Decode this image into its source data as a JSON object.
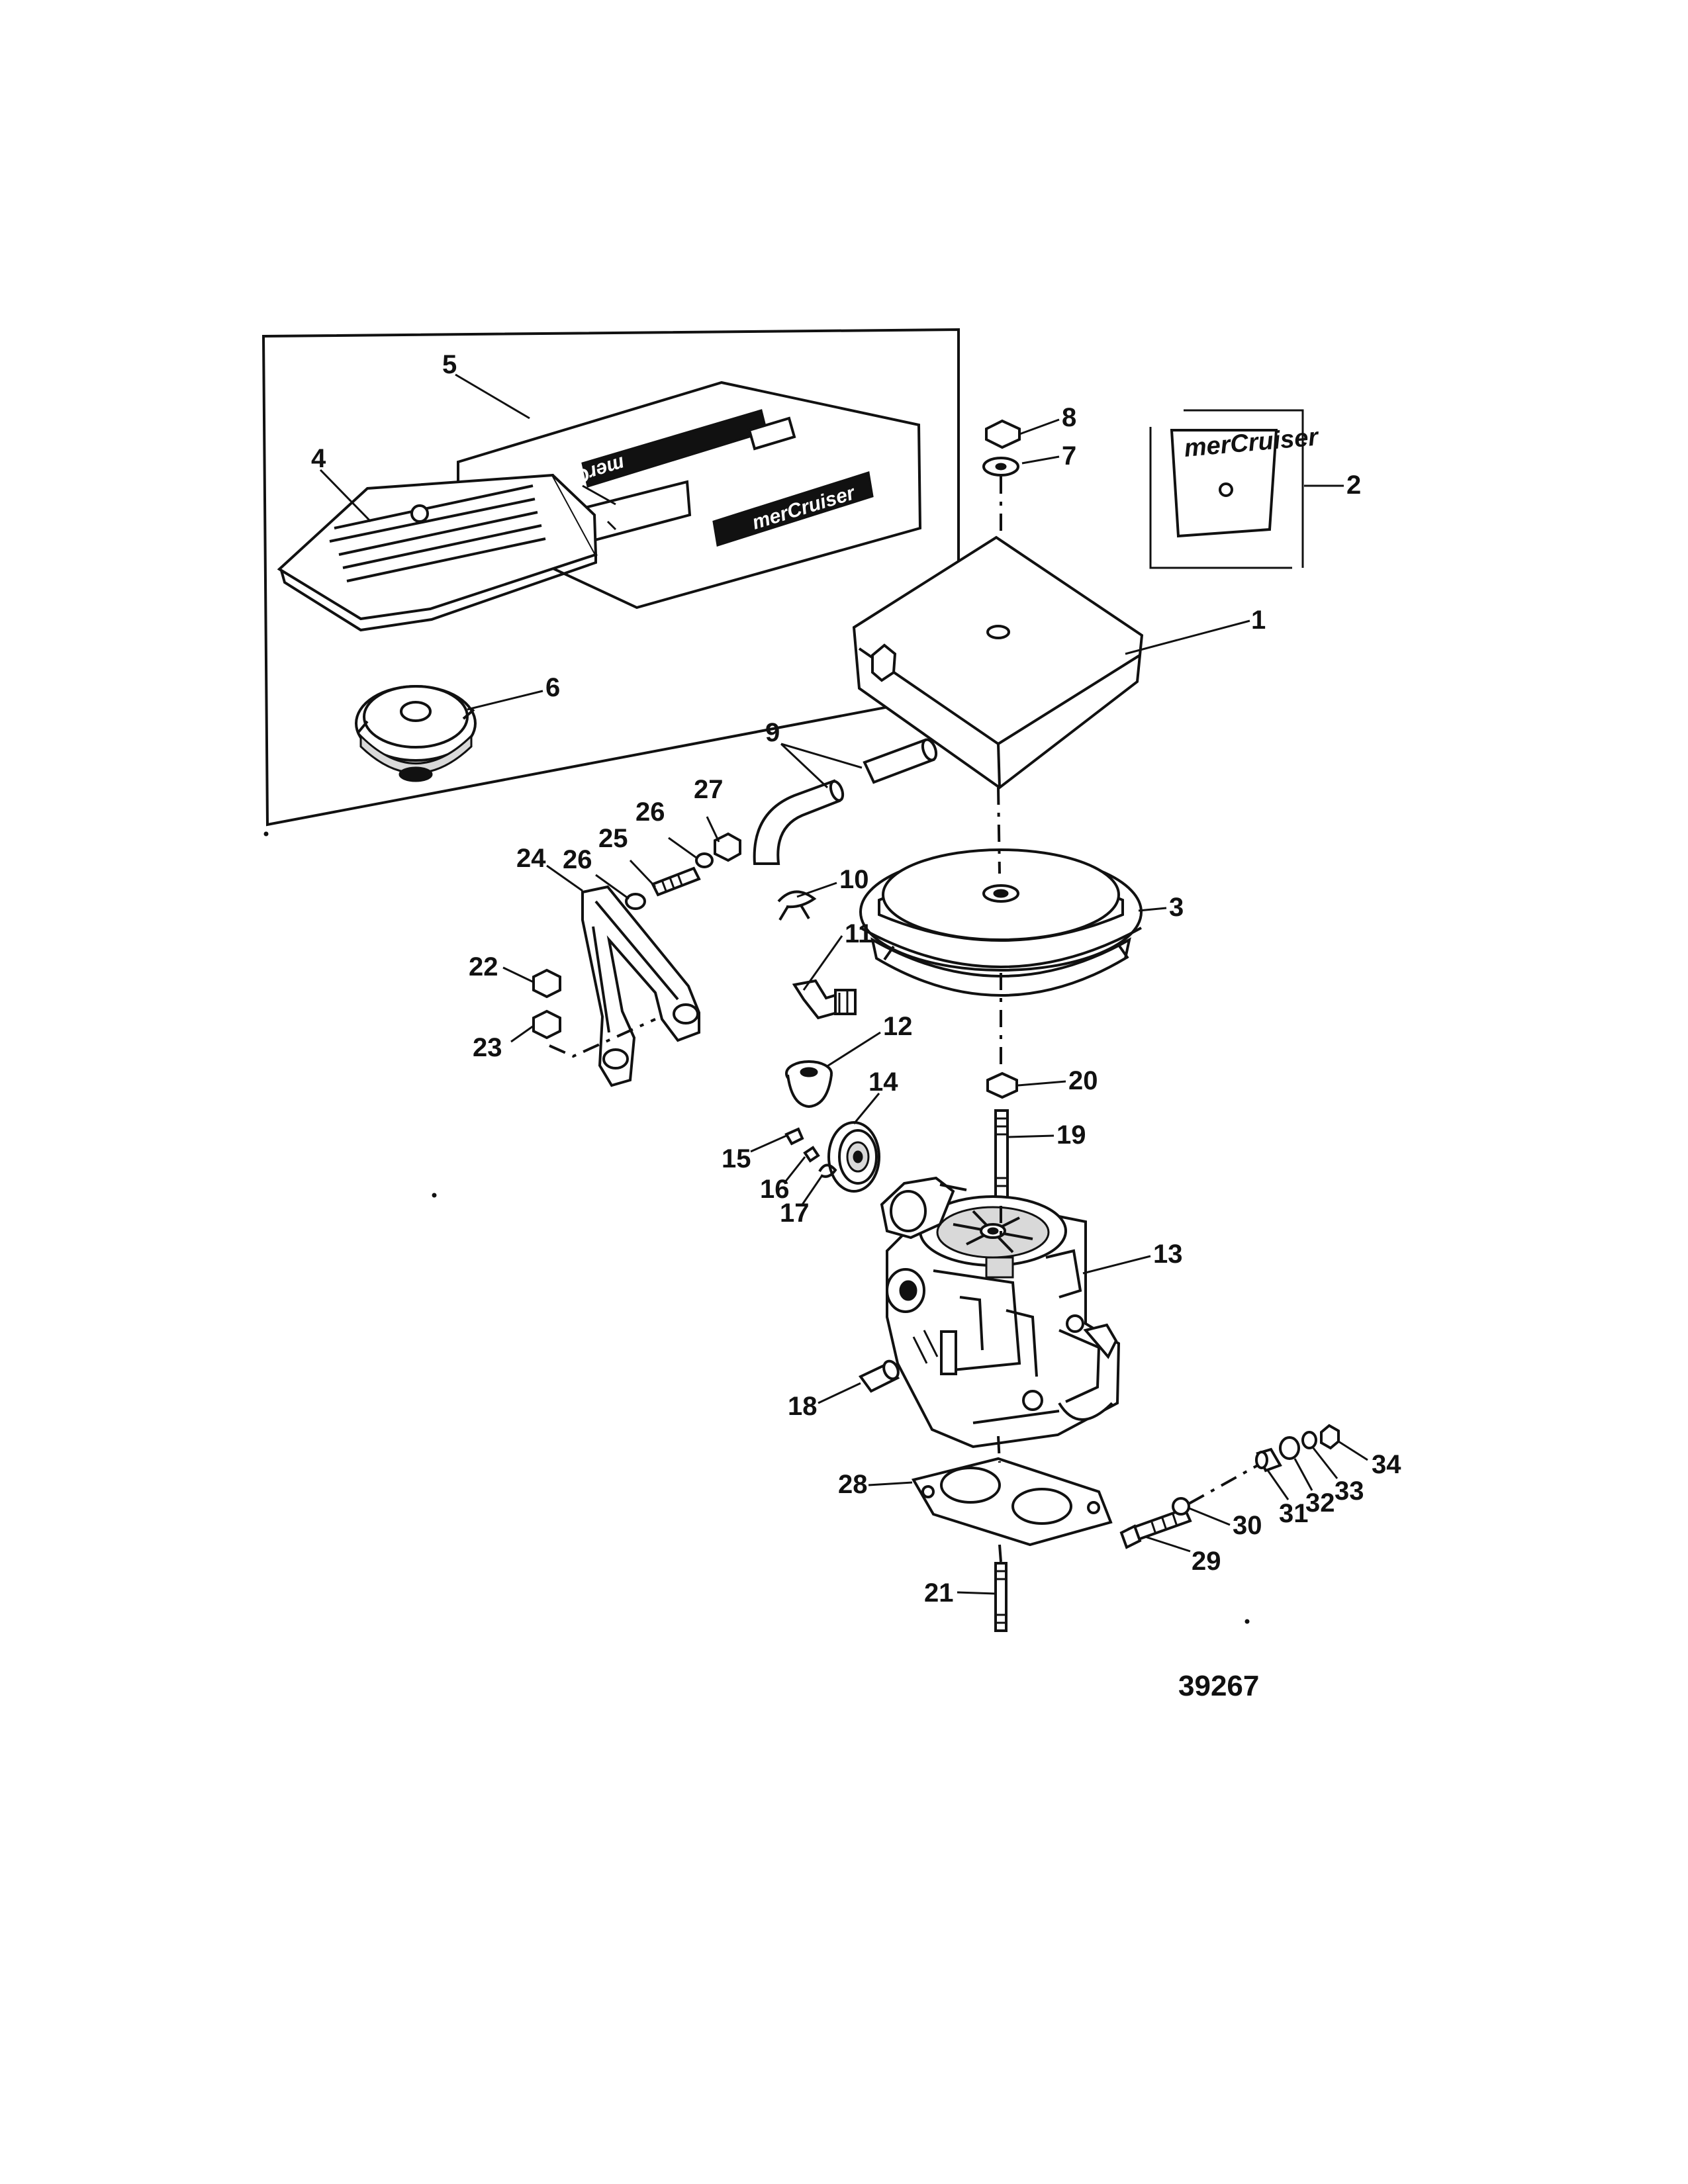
{
  "figure_number": "39267",
  "brand_label": "merCruiser",
  "callouts": [
    "1",
    "2",
    "3",
    "4",
    "5",
    "6",
    "7",
    "8",
    "9",
    "10",
    "11",
    "12",
    "13",
    "14",
    "15",
    "16",
    "17",
    "18",
    "19",
    "20",
    "21",
    "22",
    "23",
    "24",
    "25",
    "26",
    "26",
    "27",
    "28",
    "29",
    "30",
    "31",
    "32",
    "33",
    "34"
  ]
}
